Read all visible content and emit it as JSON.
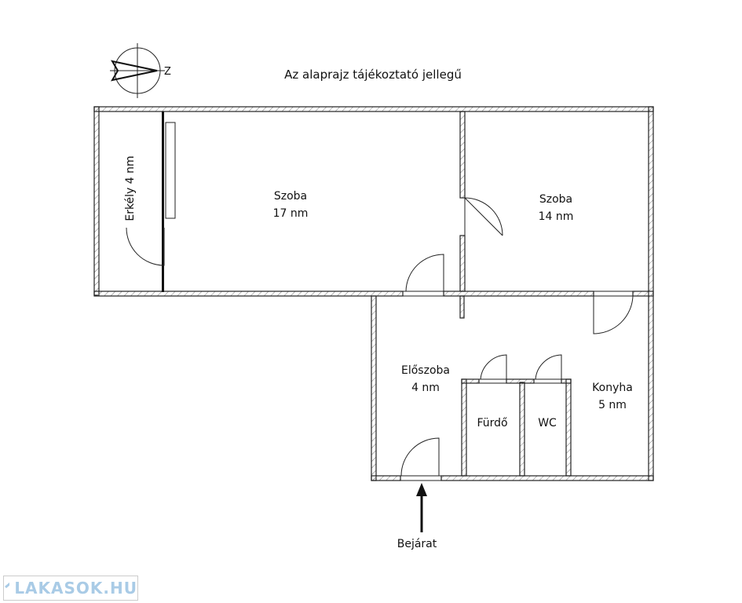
{
  "notice": "Az alaprajz tájékoztató jellegű",
  "compass": {
    "label": "Z"
  },
  "rooms": [
    {
      "name": "Erkély 4 nm"
    },
    {
      "name": "Szoba",
      "area": "17 nm"
    },
    {
      "name": "Szoba",
      "area": "14 nm"
    },
    {
      "name": "Előszoba",
      "area": "4 nm"
    },
    {
      "name": "Fürdő"
    },
    {
      "name": "WC"
    },
    {
      "name": "Konyha",
      "area": "5 nm"
    }
  ],
  "entrance": "Bejárat",
  "watermark": "LAKASOK.HU"
}
